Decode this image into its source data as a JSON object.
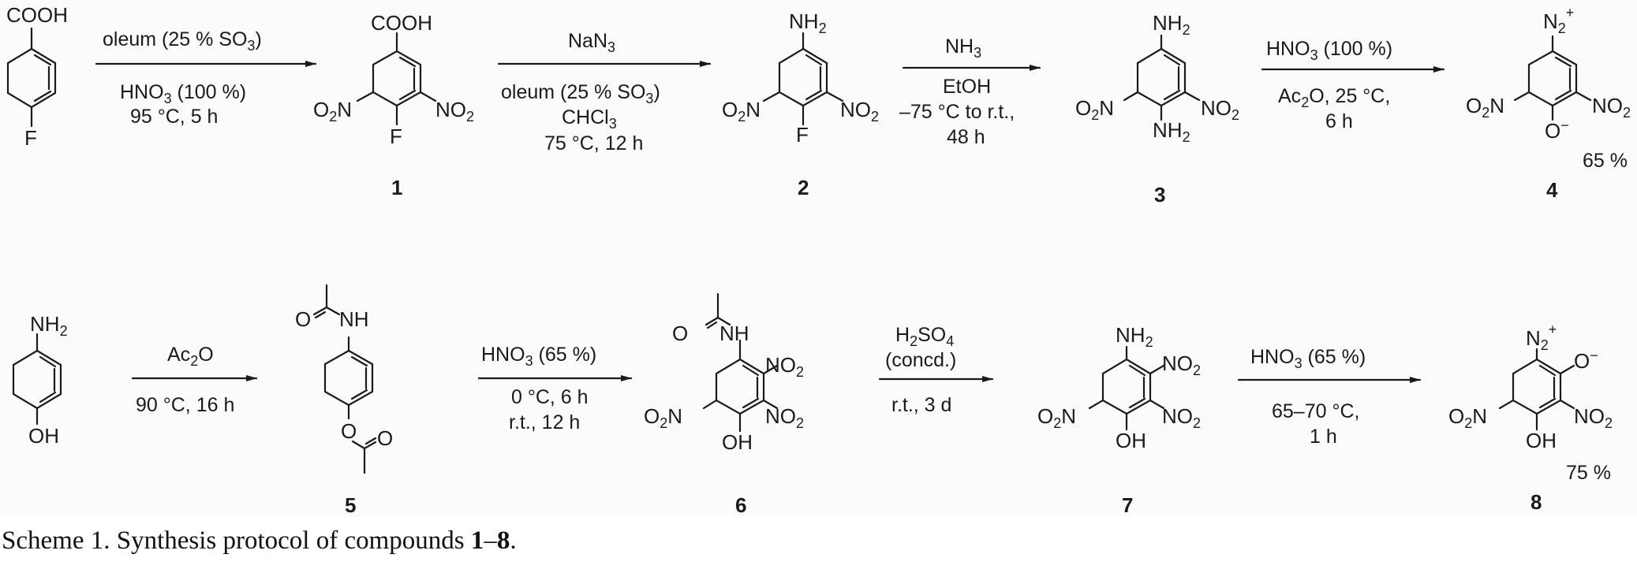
{
  "scheme": {
    "row1": {
      "start": {
        "top": "COOH",
        "bottom": "F"
      },
      "arrow1": {
        "above": "oleum (25 % SO",
        "above_sub": "3",
        "above_end": ")",
        "below1_a": "HNO",
        "below1_sub": "3",
        "below1_b": " (100 %)",
        "below2": "95 °C, 5 h"
      },
      "c1": {
        "top": "COOH",
        "left": "O",
        "left_sub": "2",
        "left_end": "N",
        "right": "NO",
        "right_sub": "2",
        "bottom": "F",
        "number": "1"
      },
      "arrow2": {
        "above_a": "NaN",
        "above_sub": "3",
        "below1_a": "oleum (25 % SO",
        "below1_sub": "3",
        "below1_b": ")",
        "below2_a": "CHCl",
        "below2_sub": "3",
        "below3": "75 °C, 12 h"
      },
      "c2": {
        "top": "NH",
        "top_sub": "2",
        "left": "O",
        "left_sub": "2",
        "left_end": "N",
        "right": "NO",
        "right_sub": "2",
        "bottom": "F",
        "number": "2"
      },
      "arrow3": {
        "above_a": "NH",
        "above_sub": "3",
        "below1": "EtOH",
        "below2": "–75 °C to r.t.,",
        "below3": "48 h"
      },
      "c3": {
        "top": "NH",
        "top_sub": "2",
        "left": "O",
        "left_sub": "2",
        "left_end": "N",
        "right": "NO",
        "right_sub": "2",
        "bottom": "NH",
        "bottom_sub": "2",
        "number": "3"
      },
      "arrow4": {
        "above_a": "HNO",
        "above_sub": "3",
        "above_b": " (100 %)",
        "below1_a": "Ac",
        "below1_sub": "2",
        "below1_b": "O, 25 °C,",
        "below2": "6 h"
      },
      "c4": {
        "top": "N",
        "top_sub": "2",
        "top_sup": "+",
        "left": "O",
        "left_sub": "2",
        "left_end": "N",
        "right": "NO",
        "right_sub": "2",
        "bottom": "O",
        "bottom_sup": "−",
        "yield": "65 %",
        "number": "4"
      }
    },
    "row2": {
      "start": {
        "top": "NH",
        "top_sub": "2",
        "bottom": "OH"
      },
      "arrow5": {
        "above_a": "Ac",
        "above_sub": "2",
        "above_b": "O",
        "below1": "90 °C, 16 h"
      },
      "c5": {
        "o_left": "O",
        "nh": "NH",
        "o_ester": "O",
        "o_carbonyl": "O",
        "number": "5"
      },
      "arrow6": {
        "above_a": "HNO",
        "above_sub": "3",
        "above_b": " (65 %)",
        "below1": "0 °C, 6 h",
        "below2": "r.t., 12 h"
      },
      "c6": {
        "o_left": "O",
        "nh": "NH",
        "no2_a": "NO",
        "no2_a_sub": "2",
        "no2_b": "NO",
        "no2_b_sub": "2",
        "left": "O",
        "left_sub": "2",
        "left_end": "N",
        "bottom": "OH",
        "number": "6"
      },
      "arrow7": {
        "above1_a": "H",
        "above1_sub": "2",
        "above1_b": "SO",
        "above1_sub2": "4",
        "above2": "(concd.)",
        "below1": "r.t., 3 d"
      },
      "c7": {
        "top": "NH",
        "top_sub": "2",
        "no2_a": "NO",
        "no2_a_sub": "2",
        "no2_b": "NO",
        "no2_b_sub": "2",
        "left": "O",
        "left_sub": "2",
        "left_end": "N",
        "bottom": "OH",
        "number": "7"
      },
      "arrow8": {
        "above_a": "HNO",
        "above_sub": "3",
        "above_b": " (65 %)",
        "below1": "65–70 °C,",
        "below2": "1 h"
      },
      "c8": {
        "top": "N",
        "top_sub": "2",
        "top_sup": "+",
        "o_minus": "O",
        "o_minus_sup": "−",
        "no2": "NO",
        "no2_sub": "2",
        "left": "O",
        "left_sub": "2",
        "left_end": "N",
        "bottom": "OH",
        "yield": "75 %",
        "number": "8"
      }
    }
  },
  "caption": {
    "prefix": "Scheme 1. Synthesis protocol of compounds ",
    "range_start": "1",
    "dash": "–",
    "range_end": "8",
    "suffix": "."
  }
}
